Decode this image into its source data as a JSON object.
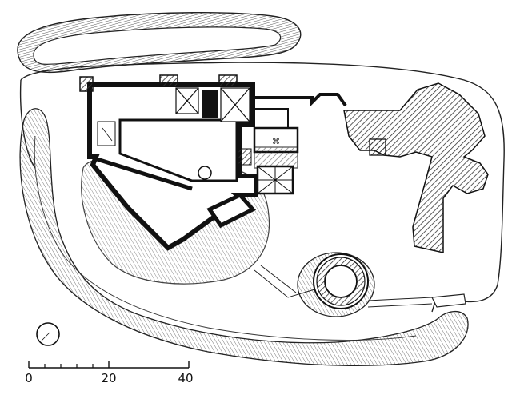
{
  "scale_bar": {
    "ticks": [
      {
        "value": "0"
      },
      {
        "value": "20"
      },
      {
        "value": "40"
      }
    ]
  },
  "colors": {
    "ink": "#111111",
    "hatch": "#555555",
    "paper": "#ffffff"
  },
  "icons": {
    "compass": "north-arrow-icon"
  }
}
